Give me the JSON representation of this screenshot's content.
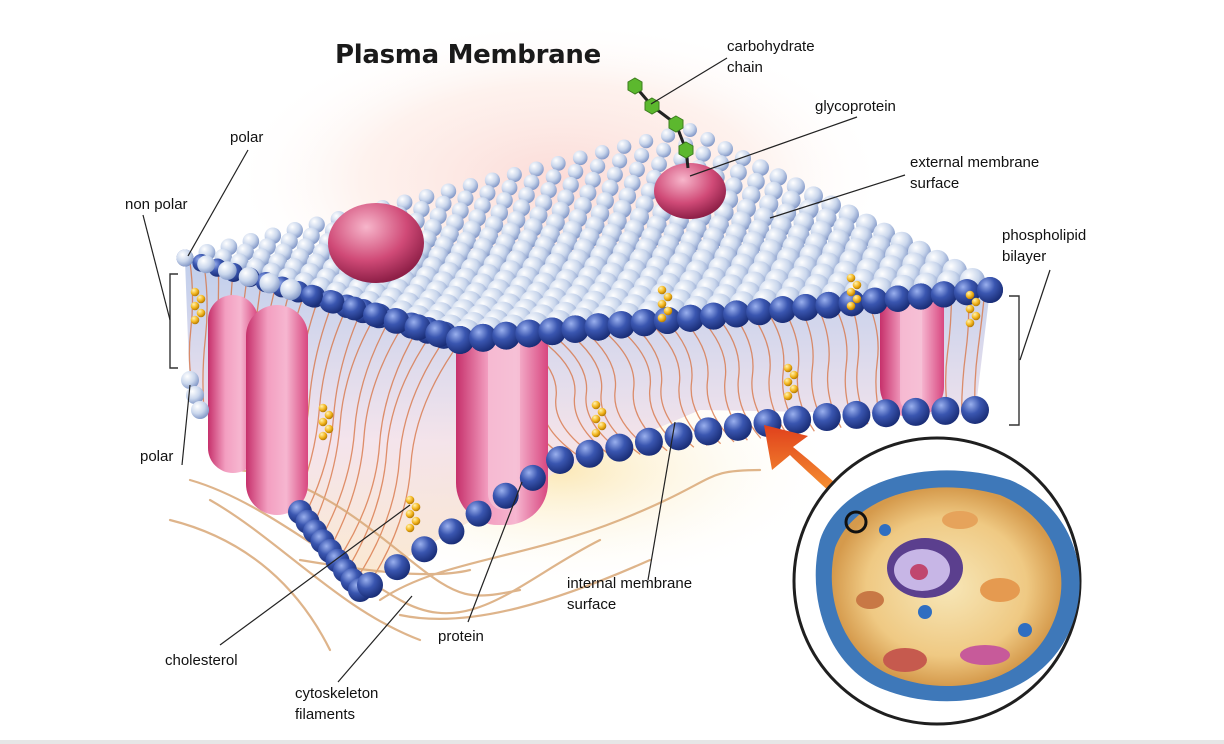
{
  "title": "Plasma Membrane",
  "labels": {
    "carbohydrate_chain": [
      "carbohydrate",
      "chain"
    ],
    "glycoprotein": "glycoprotein",
    "external_membrane_surface": [
      "external membrane",
      "surface"
    ],
    "phospholipid_bilayer": [
      "phospholipid",
      "bilayer"
    ],
    "polar_top": "polar",
    "non_polar": "non polar",
    "polar_bottom": "polar",
    "internal_membrane_surface": [
      "internal membrane",
      "surface"
    ],
    "cholesterol": "cholesterol",
    "protein": "protein",
    "cytoskeleton_filaments": [
      "cytoskeleton",
      "filaments"
    ]
  },
  "colors": {
    "head_light": "#c9d6ec",
    "head_dark": "#2f4a9e",
    "protein": "#e8679a",
    "cholesterol": "#f3b51c",
    "carbohydrate": "#5cb82e",
    "tails": "#d7703f",
    "arrow": "#ef5a1f"
  }
}
